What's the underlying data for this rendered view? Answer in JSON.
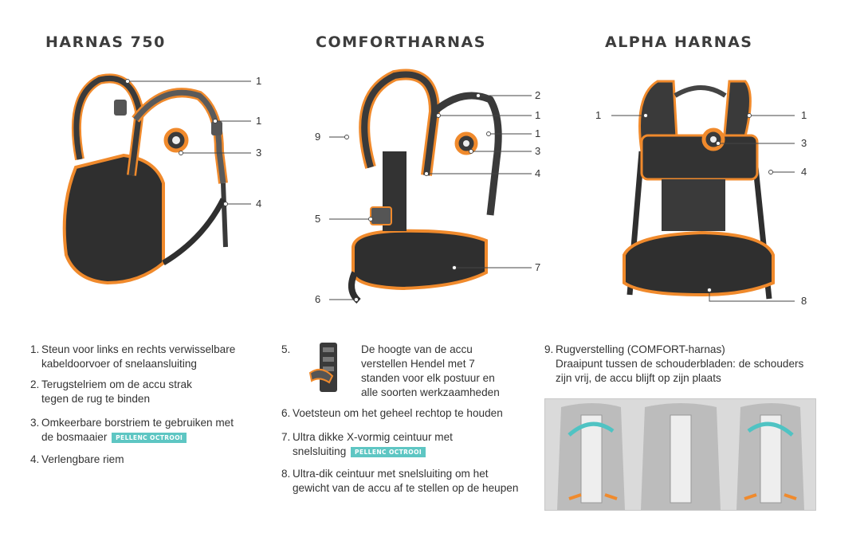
{
  "harnesses": [
    {
      "title": "HARNAS 750",
      "callouts": [
        "1",
        "1",
        "3",
        "4"
      ]
    },
    {
      "title": "COMFORTHARNAS",
      "callouts": [
        "2",
        "1",
        "1",
        "3",
        "4",
        "9",
        "5",
        "7",
        "6"
      ]
    },
    {
      "title": "ALPHA HARNAS",
      "callouts": [
        "1",
        "1",
        "3",
        "4",
        "8"
      ]
    }
  ],
  "items": [
    {
      "num": "1.",
      "text": "Steun voor links en rechts verwisselbare kabeldoorvoer of snelaansluiting"
    },
    {
      "num": "2.",
      "text": "Terugstelriem om de accu strak tegen de rug te binden"
    },
    {
      "num": "3.",
      "text": "Omkeerbare borstriem te gebruiken met de bosmaaier",
      "badge": "PELLENC OCTROOI"
    },
    {
      "num": "4.",
      "text": "Verlengbare riem"
    },
    {
      "num": "5.",
      "text": "De hoogte van de accu verstellen Hendel met 7 standen voor elk postuur en alle soorten werkzaamheden"
    },
    {
      "num": "6.",
      "text": "Voetsteun om het geheel rechtop te houden"
    },
    {
      "num": "7.",
      "text": "Ultra dikke X-vormig ceintuur met snelsluiting",
      "badge": "PELLENC OCTROOI"
    },
    {
      "num": "8.",
      "text": "Ultra-dik ceintuur met snelsluiting om het gewicht van de accu af te stellen op de heupen"
    },
    {
      "num": "9.",
      "text": "Rugverstelling (COMFORT-harnas)",
      "text2": "Draaipunt tussen de schouderbladen: de schouders zijn vrij, de accu blijft op zijn plaats"
    }
  ],
  "colors": {
    "orange": "#f08a2c",
    "strap_dark": "#3a3a3a",
    "strap_grey": "#6b6b6b",
    "badge_teal": "#5ec6c3",
    "panel_bg": "#dadada",
    "arrow_teal": "#4fc3c3"
  }
}
